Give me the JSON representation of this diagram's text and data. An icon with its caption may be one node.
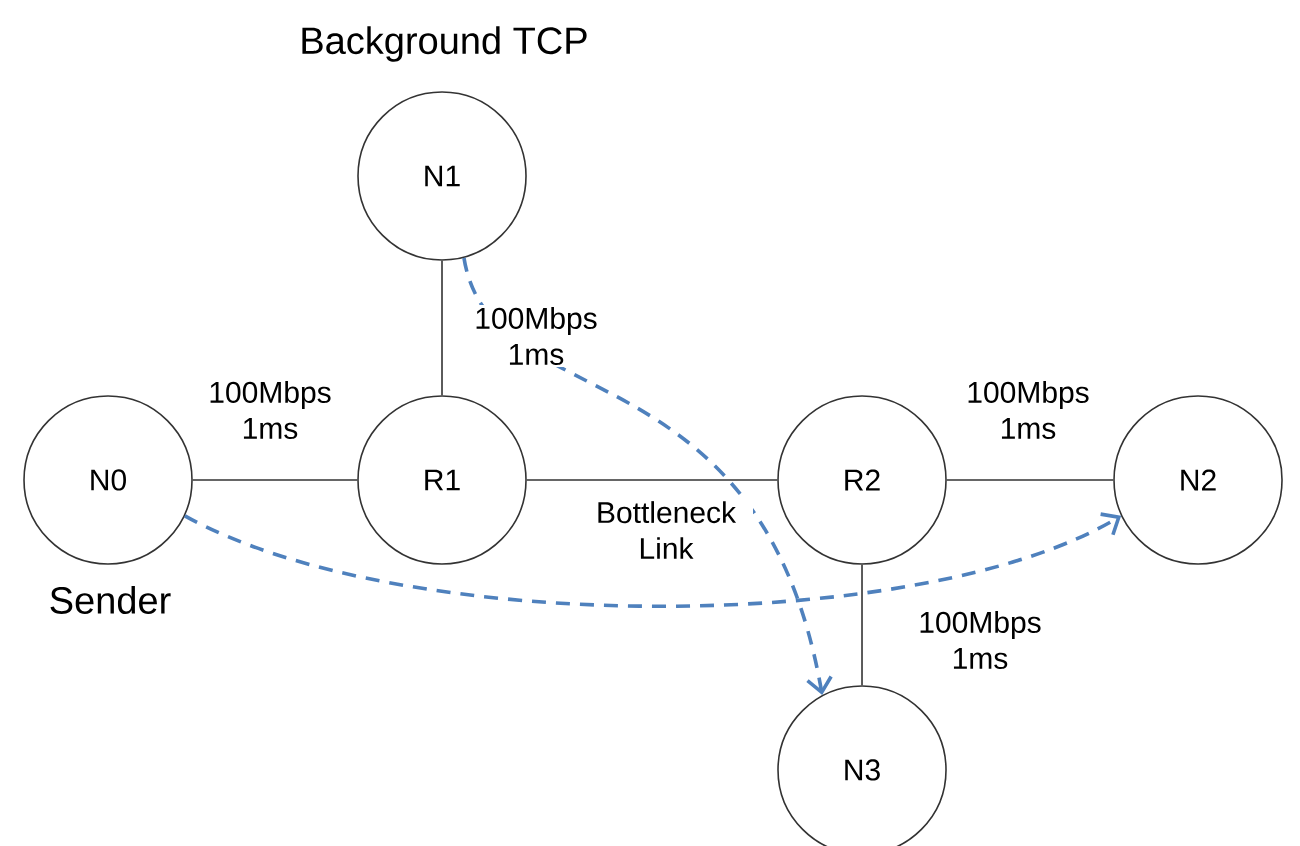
{
  "diagram": {
    "nodes": [
      {
        "text": [
          "N0"
        ],
        "beside": [
          "Sender"
        ]
      },
      {
        "text": [
          "N1"
        ],
        "beside": [
          "Background TCP"
        ]
      },
      {
        "text": [
          "R1"
        ]
      },
      {
        "text": [
          "R2"
        ]
      },
      {
        "text": [
          "N2"
        ]
      },
      {
        "text": [
          "N3"
        ]
      }
    ],
    "edges": [
      {
        "from": 0,
        "to": 2,
        "arrow": "none",
        "label": "100Mbps 1ms"
      },
      {
        "from": 1,
        "to": 2,
        "arrow": "none",
        "label": "100Mbps 1ms"
      },
      {
        "from": 2,
        "to": 3,
        "arrow": "none",
        "label": "Bottleneck Link"
      },
      {
        "from": 3,
        "to": 4,
        "arrow": "none",
        "label": "100Mbps 1ms"
      },
      {
        "from": 3,
        "to": 5,
        "arrow": "none",
        "label": "100Mbps 1ms"
      },
      {
        "from": 0,
        "to": 4,
        "arrow": "to",
        "style": "dashed",
        "color": "#4f81bd"
      },
      {
        "from": 1,
        "to": 5,
        "arrow": "to",
        "style": "dashed",
        "color": "#4f81bd"
      }
    ]
  }
}
